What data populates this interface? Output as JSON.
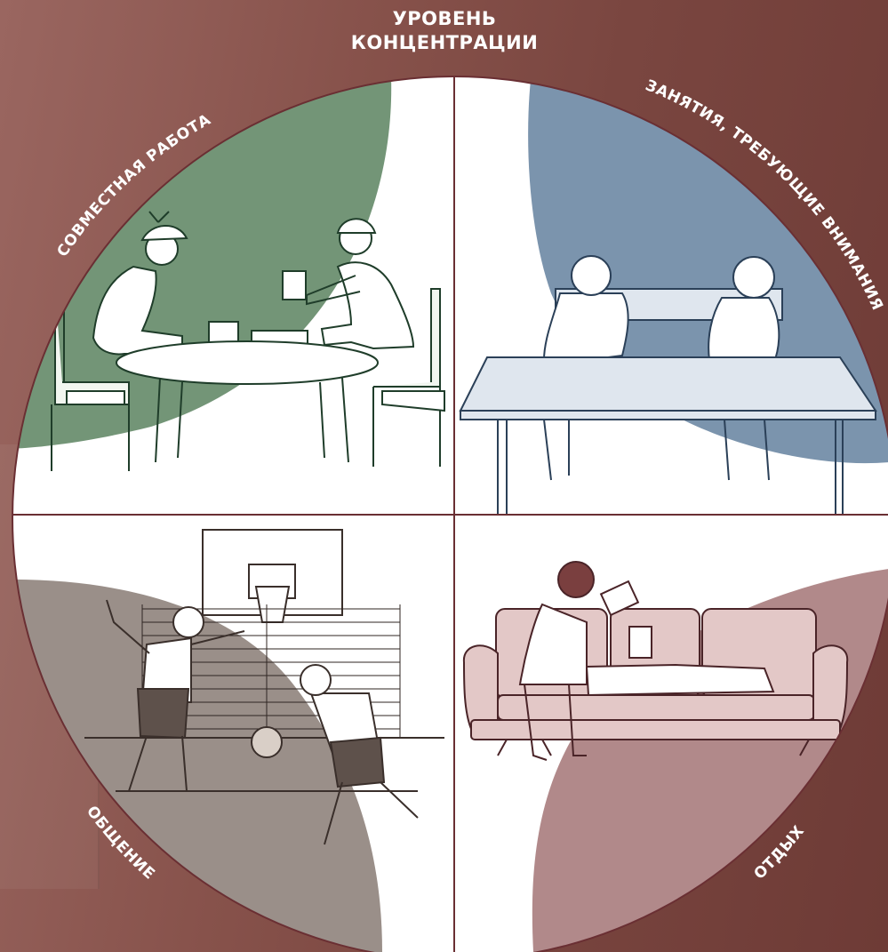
{
  "title": {
    "line1": "УРОВЕНЬ",
    "line2": "КОНЦЕНТРАЦИИ"
  },
  "quadrants": {
    "top_left": {
      "label": "СОВМЕСТНАЯ РАБОТА",
      "color": "#739577"
    },
    "top_right": {
      "label": "ЗАНЯТИЯ, ТРЕБУЮЩИЕ ВНИМАНИЯ",
      "color": "#7b94ad"
    },
    "bottom_left": {
      "label": "ОБЩЕНИЕ",
      "color": "#9a8f89"
    },
    "bottom_right": {
      "label": "ОТДЫХ",
      "color": "#b1898a"
    }
  },
  "colors": {
    "background": "#7d4a44",
    "circle_fill": "#ffffff",
    "divider": "#6a2f33",
    "label_text": "#ffffff"
  }
}
